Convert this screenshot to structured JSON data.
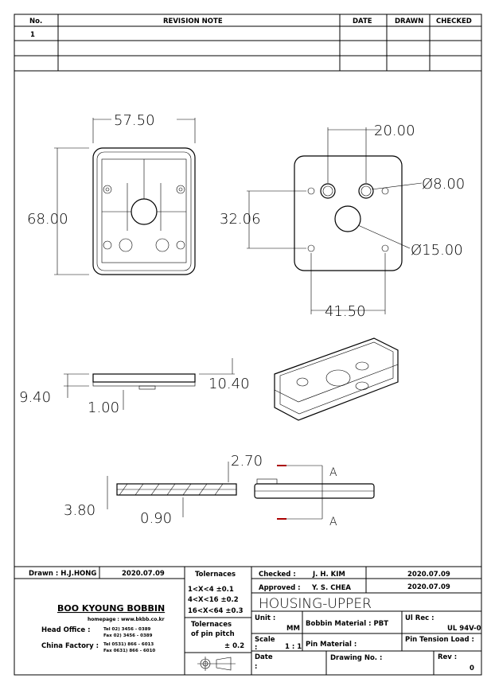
{
  "revision_table": {
    "headers": [
      "No.",
      "REVISION  NOTE",
      "DATE",
      "DRAWN",
      "CHECKED"
    ],
    "rows": [
      [
        "1",
        "",
        "",
        "",
        ""
      ]
    ]
  },
  "dimensions": {
    "width": "57.50",
    "height": "68.00",
    "pin_spacing": "20.00",
    "pin_dia": "Ø8.00",
    "center_hole": "Ø15.00",
    "vertical_pitch": "32.06",
    "horizontal_pitch": "41.50",
    "side_height": "10.40",
    "side_base": "9.40",
    "side_step": "1.00",
    "section_top": "2.70",
    "section_base": "3.80",
    "section_step": "0.90",
    "section_label": "A"
  },
  "title_block": {
    "drawn": "Drawn : H.J.HONG",
    "drawn_date": "2020.07.09",
    "company": "BOO KYOUNG BOBBIN",
    "homepage": "homepage : www.bkbb.co.kr",
    "head_office_label": "Head Office    :",
    "head_tel": "Tel   02) 3456 - 0389",
    "head_fax": "Fax   02) 3456 - 0389",
    "china_label": "China Factory  :",
    "china_tel": "Tel   0531) 866 - 6013",
    "china_fax": "Fax   0631) 866 - 6010",
    "tolerances_title": "Tolernaces",
    "tol_1": "1<X<4    ±0.1",
    "tol_2": "4<X<16  ±0.2",
    "tol_3": "16<X<64 ±0.3",
    "pin_tol_title": "Tolernaces",
    "pin_tol_sub": "of pin pitch",
    "pin_tol_value": "± 0.2",
    "checked_label": "Checked :",
    "checked_name": "J. H. KIM",
    "checked_date": "2020.07.09",
    "approved_label": "Approved :",
    "approved_name": "Y. S. CHEA",
    "approved_date": "2020.07.09",
    "part_name": "HOUSING-UPPER",
    "unit_label": "Unit :",
    "unit_value": "MM",
    "bobbin_material": "Bobbin Material : PBT",
    "ul_label": "Ul Rec :",
    "ul_value": "UL 94V-0",
    "scale_label": "Scale",
    "scale_colon": ":",
    "scale_value": "1 : 1",
    "pin_material": "Pin Material :",
    "pin_tension": "Pin Tension Load :",
    "date_label": "Date",
    "date_colon": ":",
    "drawing_no": "Drawing No. :",
    "rev_label": "Rev :",
    "rev_value": "0"
  }
}
